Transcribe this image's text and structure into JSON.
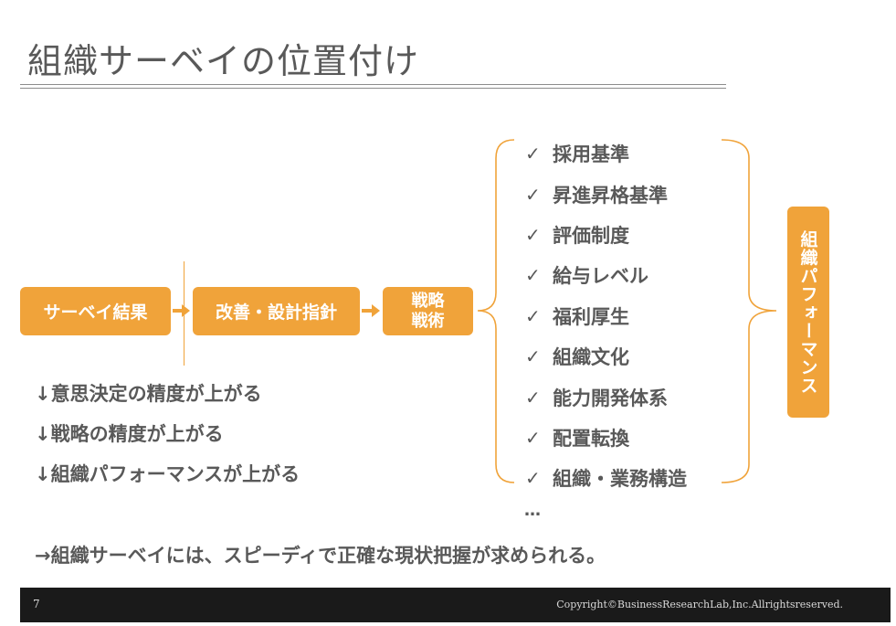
{
  "title": "組織サーベイの位置付け",
  "flow": {
    "survey_result": "サーベイ結果",
    "improvement_policy": "改善・設計指針",
    "strategy_line1": "戦略",
    "strategy_line2": "戦術"
  },
  "areas": [
    "採用基準",
    "昇進昇格基準",
    "評価制度",
    "給与レベル",
    "福利厚生",
    "組織文化",
    "能力開発体系",
    "配置転換",
    "組織・業務構造"
  ],
  "check_mark": "✓",
  "ellipsis": "…",
  "outcome_label": "組織パフォーマンス",
  "effects": [
    "↓意思決定の精度が上がる",
    "↓戦略の精度が上がる",
    "↓組織パフォーマンスが上がる"
  ],
  "conclusion": "→組織サーベイには、スピーディで正確な現状把握が求められる。",
  "footer": {
    "page_number": "7",
    "copyright": "Copyright©BusinessResearchLab,Inc.Allrightsreserved."
  },
  "colors": {
    "accent": "#f0a33a",
    "text": "#595959",
    "footer_bg": "#1a1a1a"
  }
}
